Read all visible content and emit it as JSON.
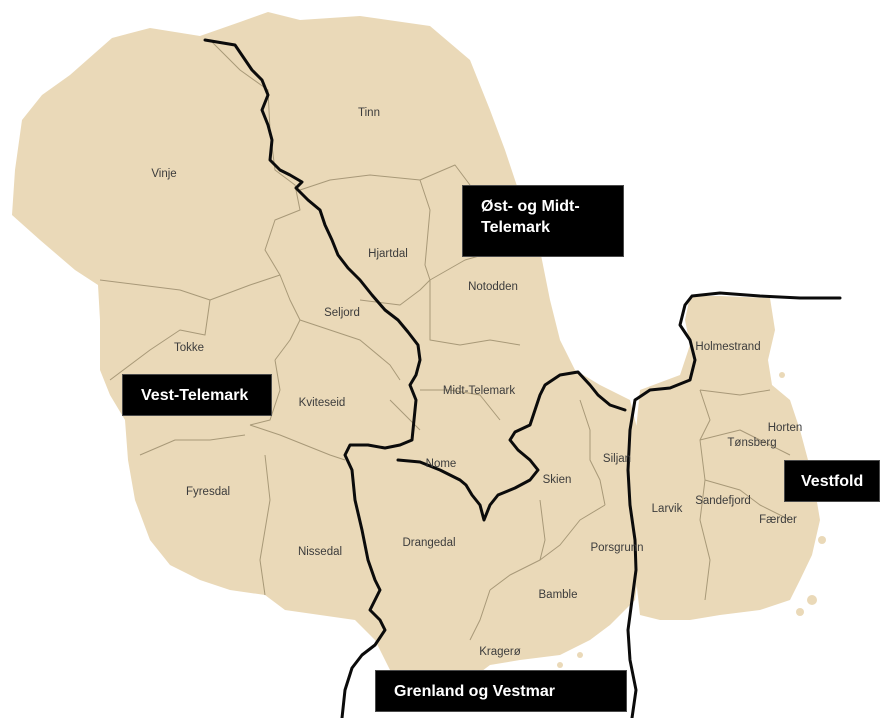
{
  "map": {
    "land_color": "#ead9b8",
    "border_color": "#a89978",
    "region_line_color": "#0b0b0b",
    "regions": {
      "ost_midt": "Øst- og Midt-Telemark",
      "vest": "Vest-Telemark",
      "vestfold": "Vestfold",
      "grenland": "Grenland og Vestmar"
    },
    "municipalities": [
      "Tinn",
      "Vinje",
      "Hjartdal",
      "Notodden",
      "Seljord",
      "Tokke",
      "Holmestrand",
      "Kviteseid",
      "Midt-Telemark",
      "Horten",
      "Siljan",
      "Tønsberg",
      "Nome",
      "Skien",
      "Fyresdal",
      "Larvik",
      "Sandefjord",
      "Færder",
      "Drangedal",
      "Porsgrunn",
      "Nissedal",
      "Bamble",
      "Kragerø"
    ]
  }
}
